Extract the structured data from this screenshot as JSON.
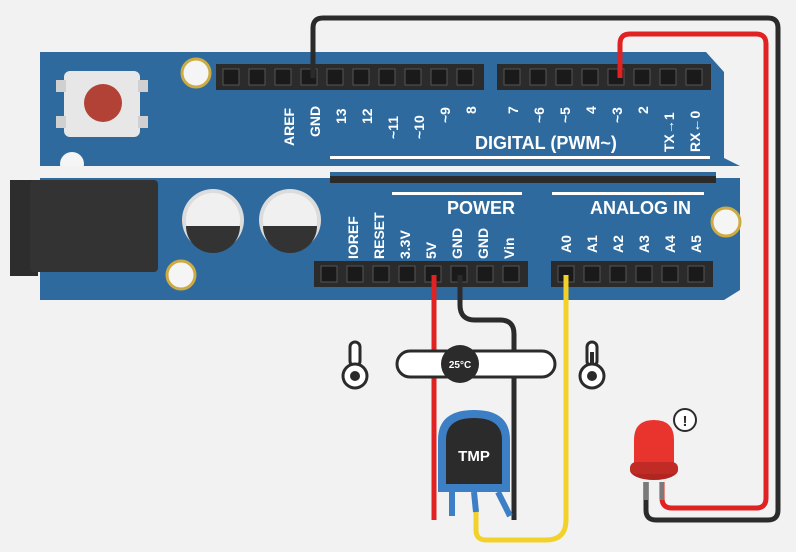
{
  "board": {
    "digital_title": "DIGITAL (PWM~)",
    "power_title": "POWER",
    "analog_title": "ANALOG IN",
    "top_pins_left": [
      "AREF",
      "GND",
      "13",
      "12",
      "~11",
      "~10",
      "~9",
      "8"
    ],
    "top_pins_right": [
      "7",
      "~6",
      "~5",
      "4",
      "~3",
      "2",
      "TX→1",
      "RX←0"
    ],
    "power_pins": [
      "IOREF",
      "RESET",
      "3.3V",
      "5V",
      "GND",
      "GND",
      "Vin"
    ],
    "analog_pins": [
      "A0",
      "A1",
      "A2",
      "A3",
      "A4",
      "A5"
    ]
  },
  "sensor": {
    "chip_label": "TMP",
    "slider_value": "25°C"
  },
  "led": {
    "warning_symbol": "!"
  },
  "colors": {
    "board": "#2e6a9e",
    "wire_red": "#e02222",
    "wire_black": "#2b2b2b",
    "wire_yellow": "#f2d22a",
    "led_red": "#e8342d"
  }
}
